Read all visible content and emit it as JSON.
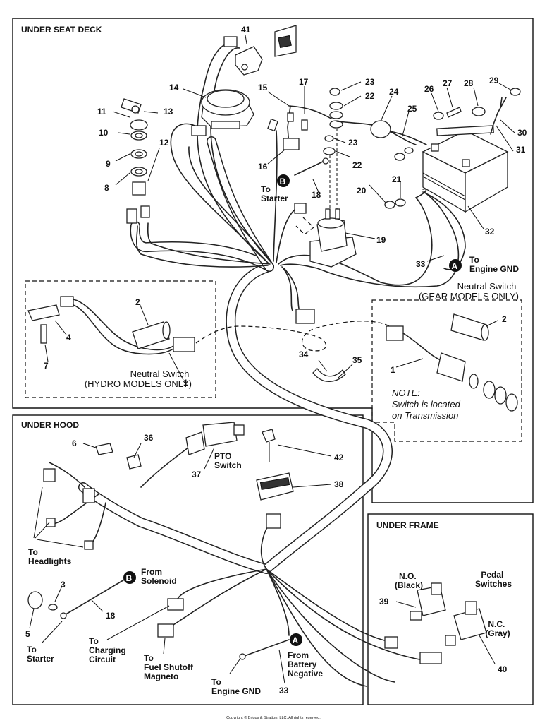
{
  "sections": {
    "under_seat_deck": "UNDER SEAT DECK",
    "under_hood": "UNDER HOOD",
    "under_frame": "UNDER FRAME"
  },
  "callouts": {
    "n1a": "1",
    "n1b": "1",
    "n2a": "2",
    "n2b": "2",
    "n3": "3",
    "n4": "4",
    "n5": "5",
    "n6": "6",
    "n7": "7",
    "n8": "8",
    "n9": "9",
    "n10": "10",
    "n11": "11",
    "n12": "12",
    "n13": "13",
    "n14": "14",
    "n15": "15",
    "n16": "16",
    "n17": "17",
    "n18a": "18",
    "n18b": "18",
    "n19": "19",
    "n20": "20",
    "n21": "21",
    "n22a": "22",
    "n22b": "22",
    "n23a": "23",
    "n23b": "23",
    "n24": "24",
    "n25": "25",
    "n26": "26",
    "n27": "27",
    "n28": "28",
    "n29": "29",
    "n30": "30",
    "n31": "31",
    "n32": "32",
    "n33a": "33",
    "n33b": "33",
    "n34": "34",
    "n35": "35",
    "n36": "36",
    "n37": "37",
    "n38": "38",
    "n39": "39",
    "n40": "40",
    "n41": "41",
    "n42": "42"
  },
  "markers": {
    "a1": "A",
    "a2": "A",
    "b1": "B",
    "b2": "B"
  },
  "labels": {
    "to_starter_top": [
      "To",
      "Starter"
    ],
    "to_engine_gnd_top": [
      "To",
      "Engine GND"
    ],
    "neutral_gear": [
      "Neutral Switch",
      "(GEAR MODELS ONLY)"
    ],
    "neutral_hydro": [
      "Neutral Switch",
      "(HYDRO MODELS ONLY)"
    ],
    "note": [
      "NOTE:",
      "Switch is located",
      "on Transmission"
    ],
    "pto_switch": [
      "PTO",
      "Switch"
    ],
    "to_headlights": [
      "To",
      "Headlights"
    ],
    "from_solenoid": [
      "From",
      "Solenoid"
    ],
    "to_starter_bottom": [
      "To",
      "Starter"
    ],
    "to_charging": [
      "To",
      "Charging",
      "Circuit"
    ],
    "to_fuel": [
      "To",
      "Fuel Shutoff",
      "Magneto"
    ],
    "to_engine_gnd_bottom": [
      "To",
      "Engine GND"
    ],
    "from_battery": [
      "From",
      "Battery",
      "Negative"
    ],
    "no_black": [
      "N.O.",
      "(Black)"
    ],
    "nc_gray": [
      "N.C.",
      "(Gray)"
    ],
    "pedal_switches": [
      "Pedal",
      "Switches"
    ]
  },
  "copyright": "Copyright © Briggs & Stratton, LLC. All rights reserved.",
  "colors": {
    "line": "#111111",
    "background": "#ffffff"
  }
}
